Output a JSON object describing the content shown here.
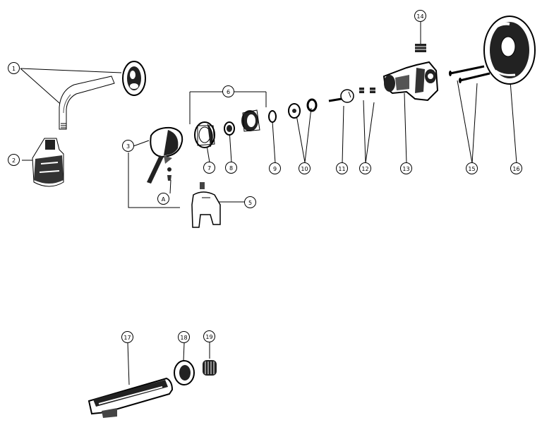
{
  "callouts": {
    "c1": "1",
    "c2": "2",
    "c3": "3",
    "cA": "A",
    "c5": "5",
    "c6": "6",
    "c7": "7",
    "c8": "8",
    "c9": "9",
    "c10": "10",
    "c11": "11",
    "c12": "12",
    "c13": "13",
    "c14": "14",
    "c15": "15",
    "c16": "16",
    "c17": "17",
    "c18": "18",
    "c19": "19"
  }
}
